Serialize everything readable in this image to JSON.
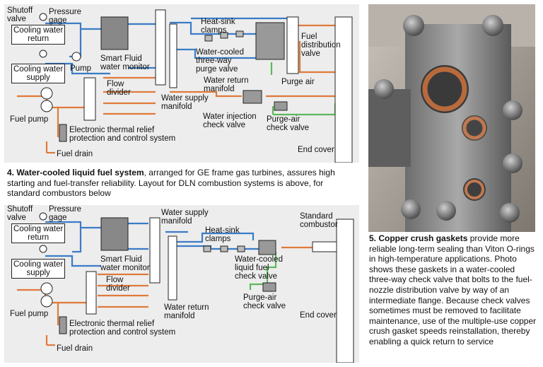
{
  "figure4": {
    "labels": {
      "shutoff_valve": "Shutoff\nvalve",
      "pressure_gage": "Pressure\ngage",
      "cooling_water_return": "Cooling water\nreturn",
      "cooling_water_supply": "Cooling water\nsupply",
      "pump": "Pump",
      "smart_fluid": "Smart Fluid\nwater monitor",
      "heat_sink_clamps": "Heat-sink\nclamps",
      "fuel_distribution_valve": "Fuel\ndistribution\nvalve",
      "three_way_purge_valve": "Water-cooled\nthree-way\npurge valve",
      "water_return_manifold": "Water return\nmanifold",
      "purge_air": "Purge air",
      "flow_divider": "Flow\ndivider",
      "water_supply_manifold": "Water supply\nmanifold",
      "water_injection_check_valve": "Water injection\ncheck valve",
      "purge_air_check_valve": "Purge-air\ncheck valve",
      "fuel_pump": "Fuel pump",
      "thermal_relief": "Electronic thermal relief\nprotection and control system",
      "fuel_drain": "Fuel drain",
      "end_cover": "End cover"
    },
    "caption_number": "4.",
    "caption_bold": "Water-cooled liquid fuel system",
    "caption_text": ", arranged for GE frame gas turbines, assures high starting and fuel-transfer reliability. Layout for DLN combustion systems is above, for standard combustors below"
  },
  "figure4b": {
    "labels": {
      "shutoff_valve": "Shutoff\nvalve",
      "pressure_gage": "Pressure\ngage",
      "cooling_water_return": "Cooling water\nreturn",
      "cooling_water_supply": "Cooling water\nsupply",
      "smart_fluid": "Smart Fluid\nwater monitor",
      "water_supply_manifold": "Water supply\nmanifold",
      "heat_sink_clamps": "Heat-sink\nclamps",
      "liquid_fuel_check_valve": "Water-cooled\nliquid fuel\ncheck valve",
      "standard_combustor": "Standard\ncombustor",
      "flow_divider": "Flow\ndivider",
      "purge_air_check_valve": "Purge-air\ncheck valve",
      "water_return_manifold": "Water return\nmanifold",
      "fuel_pump": "Fuel pump",
      "thermal_relief": "Electronic thermal relief\nprotection and control system",
      "end_cover": "End cover",
      "fuel_drain": "Fuel drain"
    }
  },
  "figure5": {
    "caption_number": "5.",
    "caption_bold": "Copper crush gaskets",
    "caption_text": " provide more reliable long-term sealing than Viton O-rings in high-temperature applications. Photo shows these gaskets in a water-cooled three-way check valve that bolts to the fuel-nozzle distribution valve by way of an intermediate flange. Because check valves sometimes must be removed to facilitate maintenance, use of the multiple-use copper crush gasket speeds reinstallation, thereby enabling a quick return to service"
  },
  "colors": {
    "water_line": "#3a7cc7",
    "fuel_line": "#e07a3a",
    "air_line": "#5cb85c",
    "diagram_bg": "#ededed"
  }
}
